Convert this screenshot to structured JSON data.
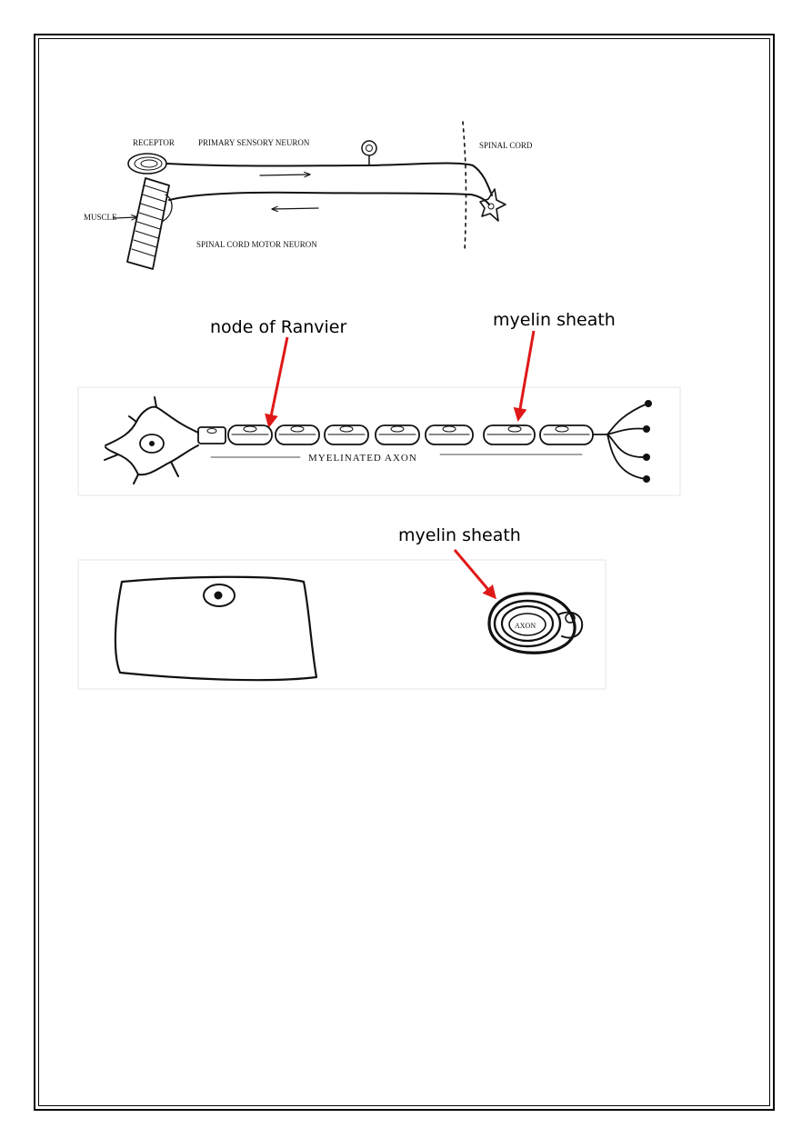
{
  "reflex_diagram": {
    "receptor": "RECEPTOR",
    "sensory_neuron": "PRIMARY SENSORY NEURON",
    "spinal_cord": "SPINAL CORD",
    "muscle": "MUSCLE",
    "motor_neuron": "SPINAL CORD MOTOR NEURON"
  },
  "myelin_diagram": {
    "node_label": "node of Ranvier",
    "sheath_label": "myelin sheath",
    "axon_label": "MYELINATED AXON"
  },
  "cross_section": {
    "sheath_label": "myelin sheath",
    "axon_label": "AXON"
  },
  "colors": {
    "arrow": "#e01818",
    "ink": "#111111"
  }
}
